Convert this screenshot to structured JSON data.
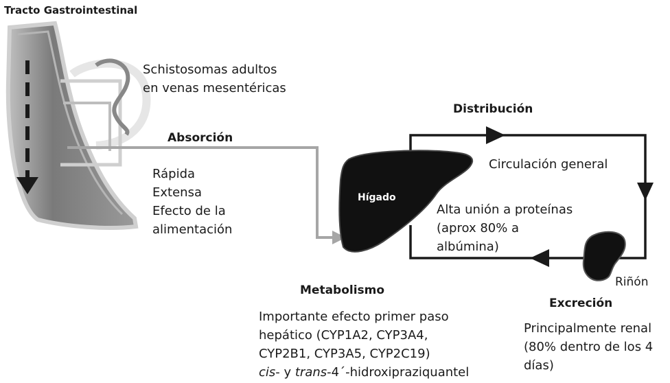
{
  "title": "Tracto Gastrointestinal",
  "schistosomas": [
    "Schistosomas adultos",
    "en venas mesentéricas"
  ],
  "absorcion": {
    "heading": "Absorción",
    "items": [
      "Rápida",
      "Extensa",
      "Efecto de la",
      "alimentación"
    ]
  },
  "distribucion": {
    "heading": "Distribución",
    "circulacion": "Circulación general",
    "union": [
      "Alta unión a proteínas",
      "(aprox 80% a",
      "albúmina)"
    ]
  },
  "higado_label": "Hígado",
  "rinon_label": "Riñón",
  "excrecion": {
    "heading": "Excreción",
    "lines": [
      "Principalmente renal",
      "(80% dentro de los 4",
      "días)"
    ]
  },
  "metabolismo": {
    "heading": "Metabolismo",
    "lines": [
      "Importante efecto primer paso",
      "hepático (CYP1A2, CYP3A4,",
      "CYP2B1, CYP3A5, CYP2C19)"
    ],
    "last": {
      "cis": "cis",
      "mid": "- y ",
      "trans": "trans",
      "rest": "-4´-hidroxipraziquantel"
    }
  },
  "colors": {
    "gut_fill": "#7d7d7d",
    "gut_light": "#d9d9d9",
    "organ": "#111111",
    "loop": "#1a1a1a",
    "absorption_arrow": "#a6a6a6"
  }
}
